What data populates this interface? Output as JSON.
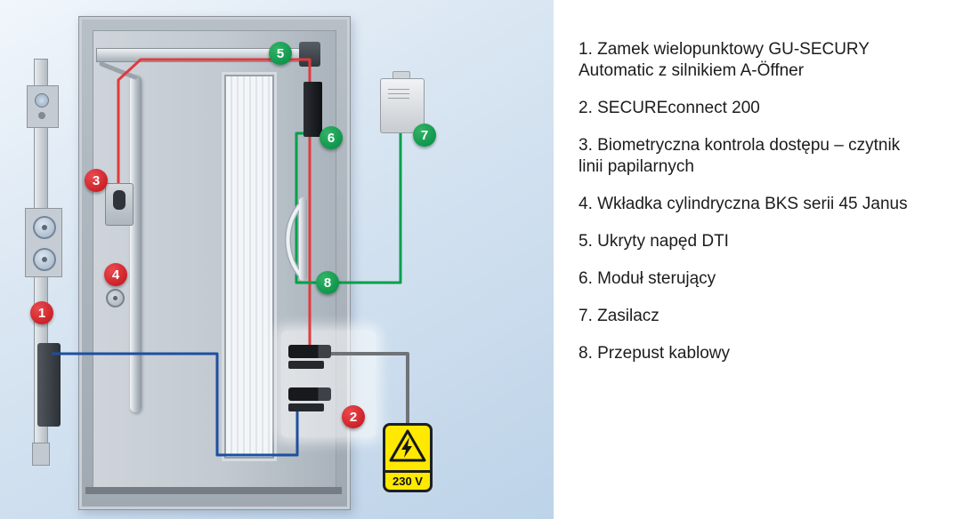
{
  "legend": {
    "items": [
      {
        "text": "1. Zamek wielopunktowy GU-SECURY\nAutomatic z silnikiem A-Öffner"
      },
      {
        "text": "2. SECUREconnect 200"
      },
      {
        "text": "3. Biometryczna kontrola dostępu – czytnik\nlinii papilarnych"
      },
      {
        "text": "4. Wkładka cylindryczna BKS serii 45 Janus"
      },
      {
        "text": "5. Ukryty napęd DTI"
      },
      {
        "text": "6. Moduł sterujący"
      },
      {
        "text": "7. Zasilacz"
      },
      {
        "text": "8. Przepust kablowy"
      }
    ]
  },
  "diagram": {
    "badges": {
      "b1": "1",
      "b2": "2",
      "b3": "3",
      "b4": "4",
      "b5": "5",
      "b6": "6",
      "b7": "7",
      "b8": "8"
    },
    "power_sign_label": "230 V",
    "badge_colors": {
      "red": "#c01118",
      "green": "#008b41"
    },
    "wire_colors": {
      "red": "#e23a3c",
      "green": "#00a04c",
      "blue": "#1d4f9e",
      "gray": "#6e7378"
    },
    "icons": {
      "warning_sign": "lightning-bolt-in-triangle"
    }
  }
}
